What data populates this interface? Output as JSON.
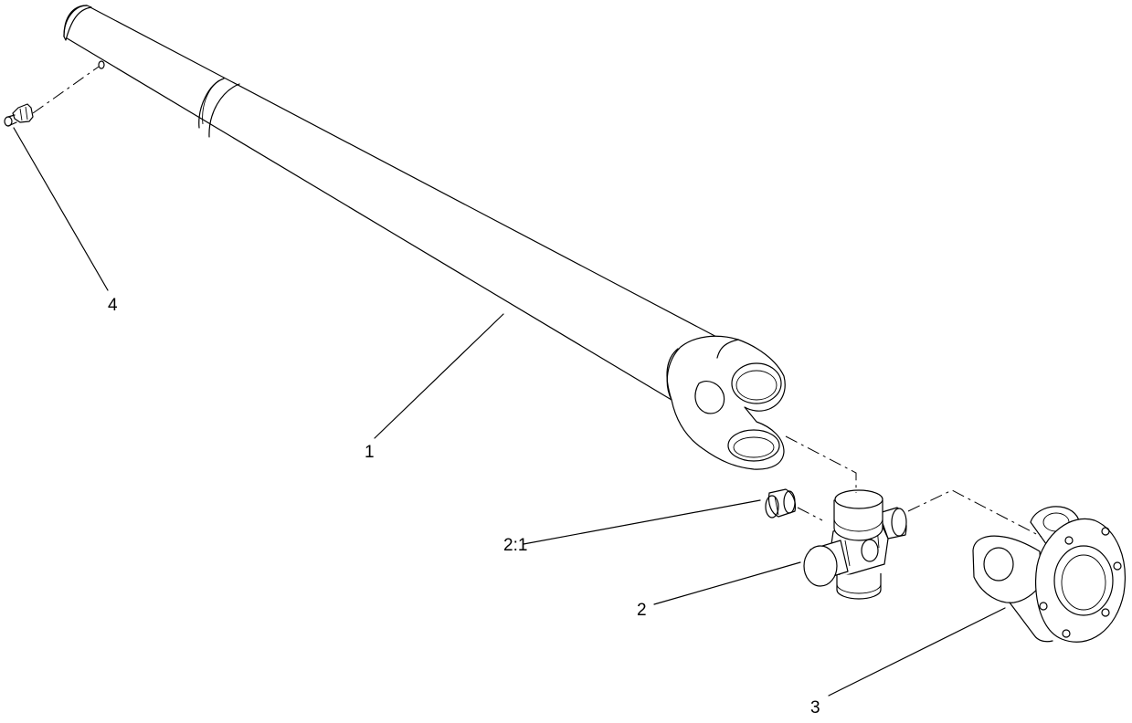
{
  "diagram": {
    "callouts": [
      {
        "id": "c4",
        "label": "4"
      },
      {
        "id": "c1",
        "label": "1"
      },
      {
        "id": "c2-1",
        "label": "2:1"
      },
      {
        "id": "c2",
        "label": "2"
      },
      {
        "id": "c3",
        "label": "3"
      }
    ]
  }
}
